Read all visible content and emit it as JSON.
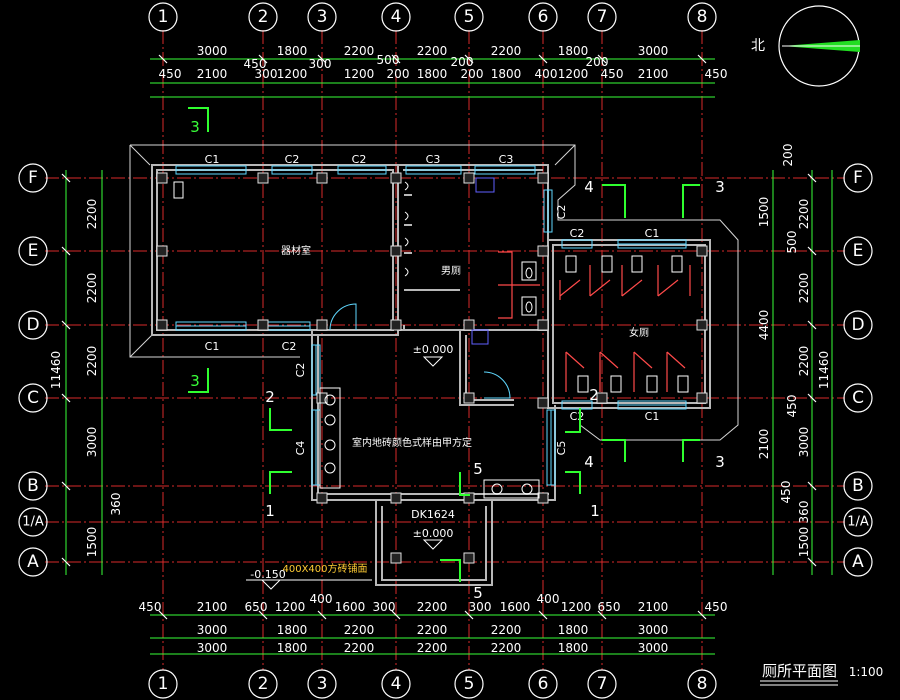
{
  "axes_vertical": [
    "1",
    "2",
    "3",
    "4",
    "5",
    "6",
    "7",
    "8"
  ],
  "axes_horizontal": [
    "F",
    "E",
    "D",
    "C",
    "B",
    "1/A",
    "A"
  ],
  "dims": {
    "top_row1": [
      "3000",
      "1800",
      "2200",
      "2200",
      "2200",
      "1800",
      "3000"
    ],
    "top_row2": [
      "450",
      "2100",
      "450",
      "300",
      "1200",
      "300",
      "1200",
      "500",
      "200",
      "1800",
      "200",
      "200",
      "1800",
      "400",
      "1200",
      "200",
      "450",
      "2100",
      "450"
    ],
    "bottom_row1": [
      "450",
      "2100",
      "650",
      "1200",
      "400",
      "1600",
      "300",
      "2200",
      "300",
      "1600",
      "400",
      "1200",
      "650",
      "2100",
      "450"
    ],
    "bottom_row2": [
      "3000",
      "1800",
      "2200",
      "2200",
      "2200",
      "1800",
      "3000"
    ],
    "bottom_row3": [
      "3000",
      "1800",
      "2200",
      "2200",
      "2200",
      "1800",
      "3000"
    ],
    "left_col": [
      "2200",
      "2200",
      "2200",
      "3000",
      "360",
      "1500"
    ],
    "left_total": "11460",
    "right_col1": [
      "200",
      "1500",
      "500",
      "2200",
      "450",
      "2100",
      "450",
      "360"
    ],
    "right_col2": [
      "2200",
      "2200",
      "2200",
      "3000",
      "1500"
    ],
    "right_mid": "4400",
    "right_total": "11460"
  },
  "rooms": {
    "storage": "器材室",
    "male": "男厕",
    "female": "女厕",
    "floor_note": "室内地砖颜色式样由甲方定"
  },
  "labels": {
    "level_main": "±0.000",
    "level_entry": "±0.000",
    "level_outside": "-0.150",
    "outside_paving": "400X400方砖铺面",
    "door_code": "DK1624",
    "north": "北",
    "title": "厕所平面图",
    "scale": "1:100"
  },
  "windows": {
    "c1": "C1",
    "c2": "C2",
    "c3": "C3",
    "c4": "C4",
    "c5": "C5"
  },
  "sections": {
    "s1": "1",
    "s2": "2",
    "s3": "3",
    "s4": "4",
    "s5": "5"
  },
  "colors": {
    "background": "#000000",
    "grid": "#d92a2a",
    "dimension_lines": "#39ff39",
    "windows": "#5fd8ff",
    "walls": "#b8b8b8",
    "north_arrow": "#22dd22"
  }
}
